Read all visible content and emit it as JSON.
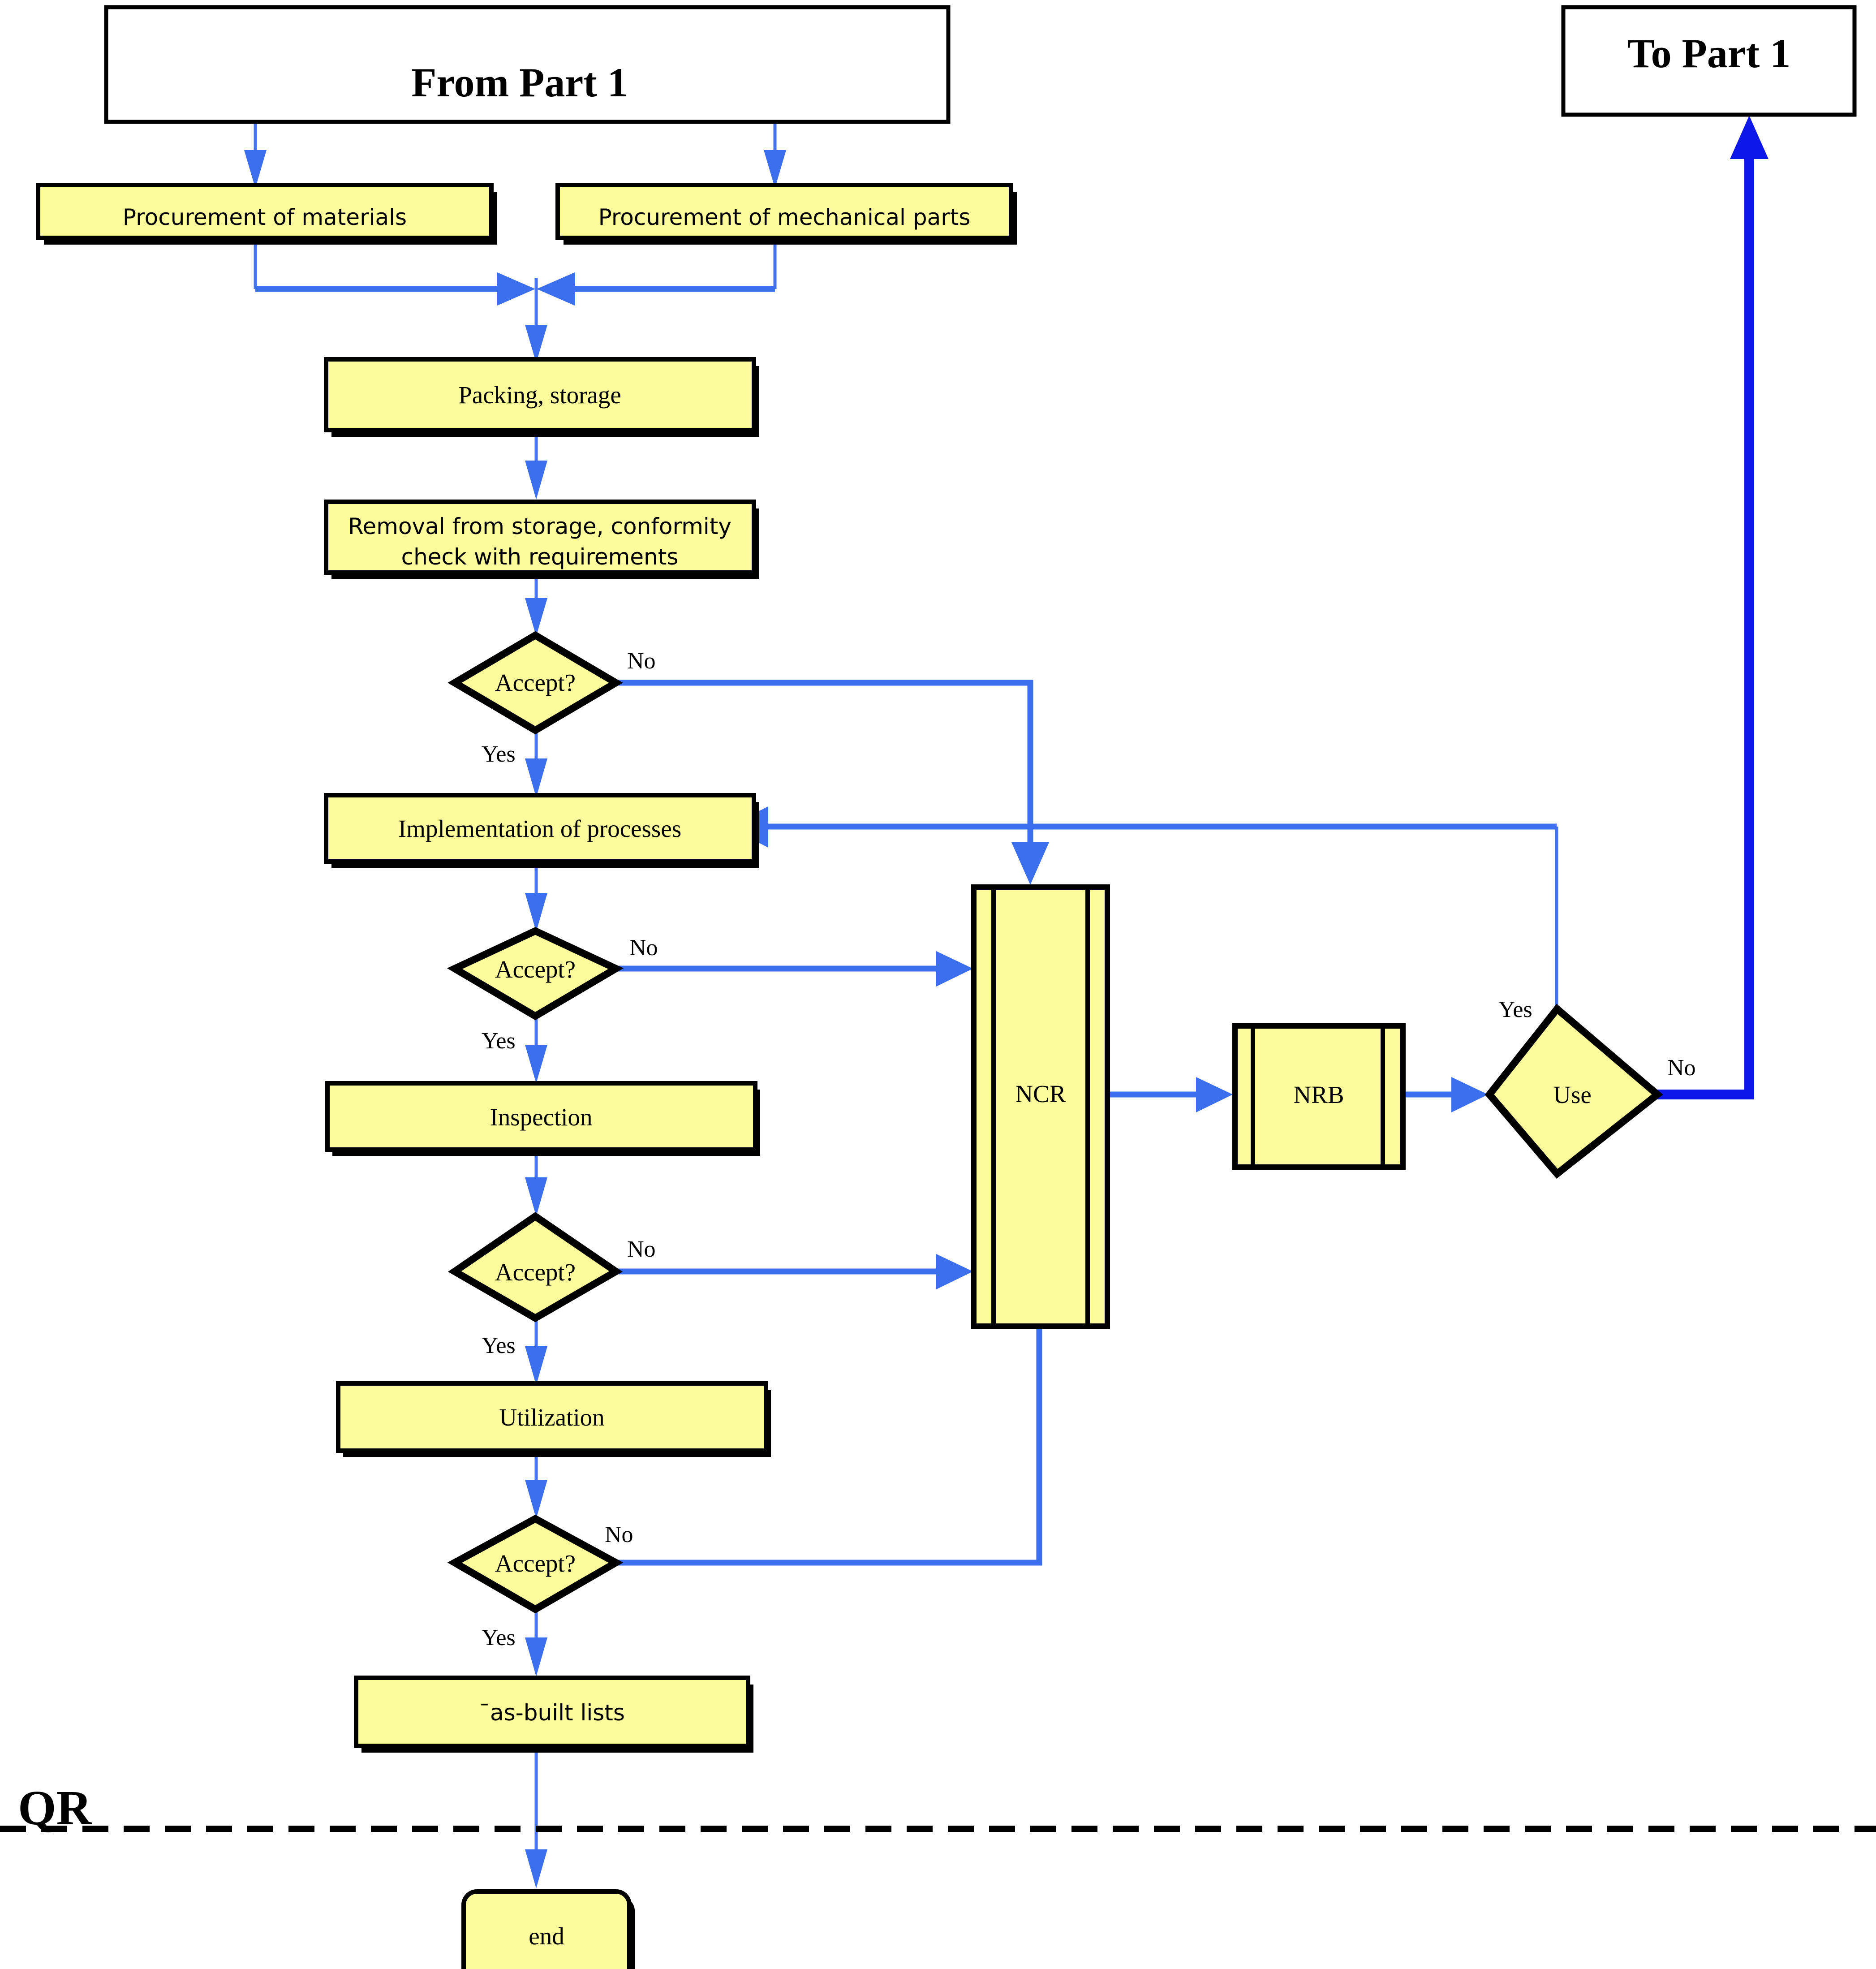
{
  "diagram": {
    "title_from": "From Part 1",
    "title_to": "To Part 1",
    "lane_label": "QR",
    "colors": {
      "shape_fill": "#FCFC9C",
      "shape_border": "#000000",
      "connector": "#3B6FEE",
      "connector_thick": "#0D17E8",
      "background": "#FFFFFF"
    }
  },
  "nodes": {
    "from_part_1": "From Part 1",
    "to_part_1": "To Part 1",
    "procurement_materials": "Procurement of materials",
    "procurement_mechanical": "Procurement of mechanical parts",
    "packing_storage": "Packing, storage",
    "removal_storage_line1": "Removal from storage, conformity",
    "removal_storage_line2": "check with requirements",
    "accept_1": "Accept?",
    "implementation": "Implementation of processes",
    "accept_2": "Accept?",
    "inspection": "Inspection",
    "accept_3": "Accept?",
    "utilization": "Utilization",
    "accept_4": "Accept?",
    "as_built_lists": "¯as-built  lists",
    "end": "end",
    "ncr": "NCR",
    "nrb": "NRB",
    "use": "Use"
  },
  "edge_labels": {
    "accept1_no": "No",
    "accept1_yes": "Yes",
    "accept2_no": "No",
    "accept2_yes": "Yes",
    "accept3_no": "No",
    "accept3_yes": "Yes",
    "accept4_no": "No",
    "accept4_yes": "Yes",
    "use_yes": "Yes",
    "use_no": "No"
  }
}
